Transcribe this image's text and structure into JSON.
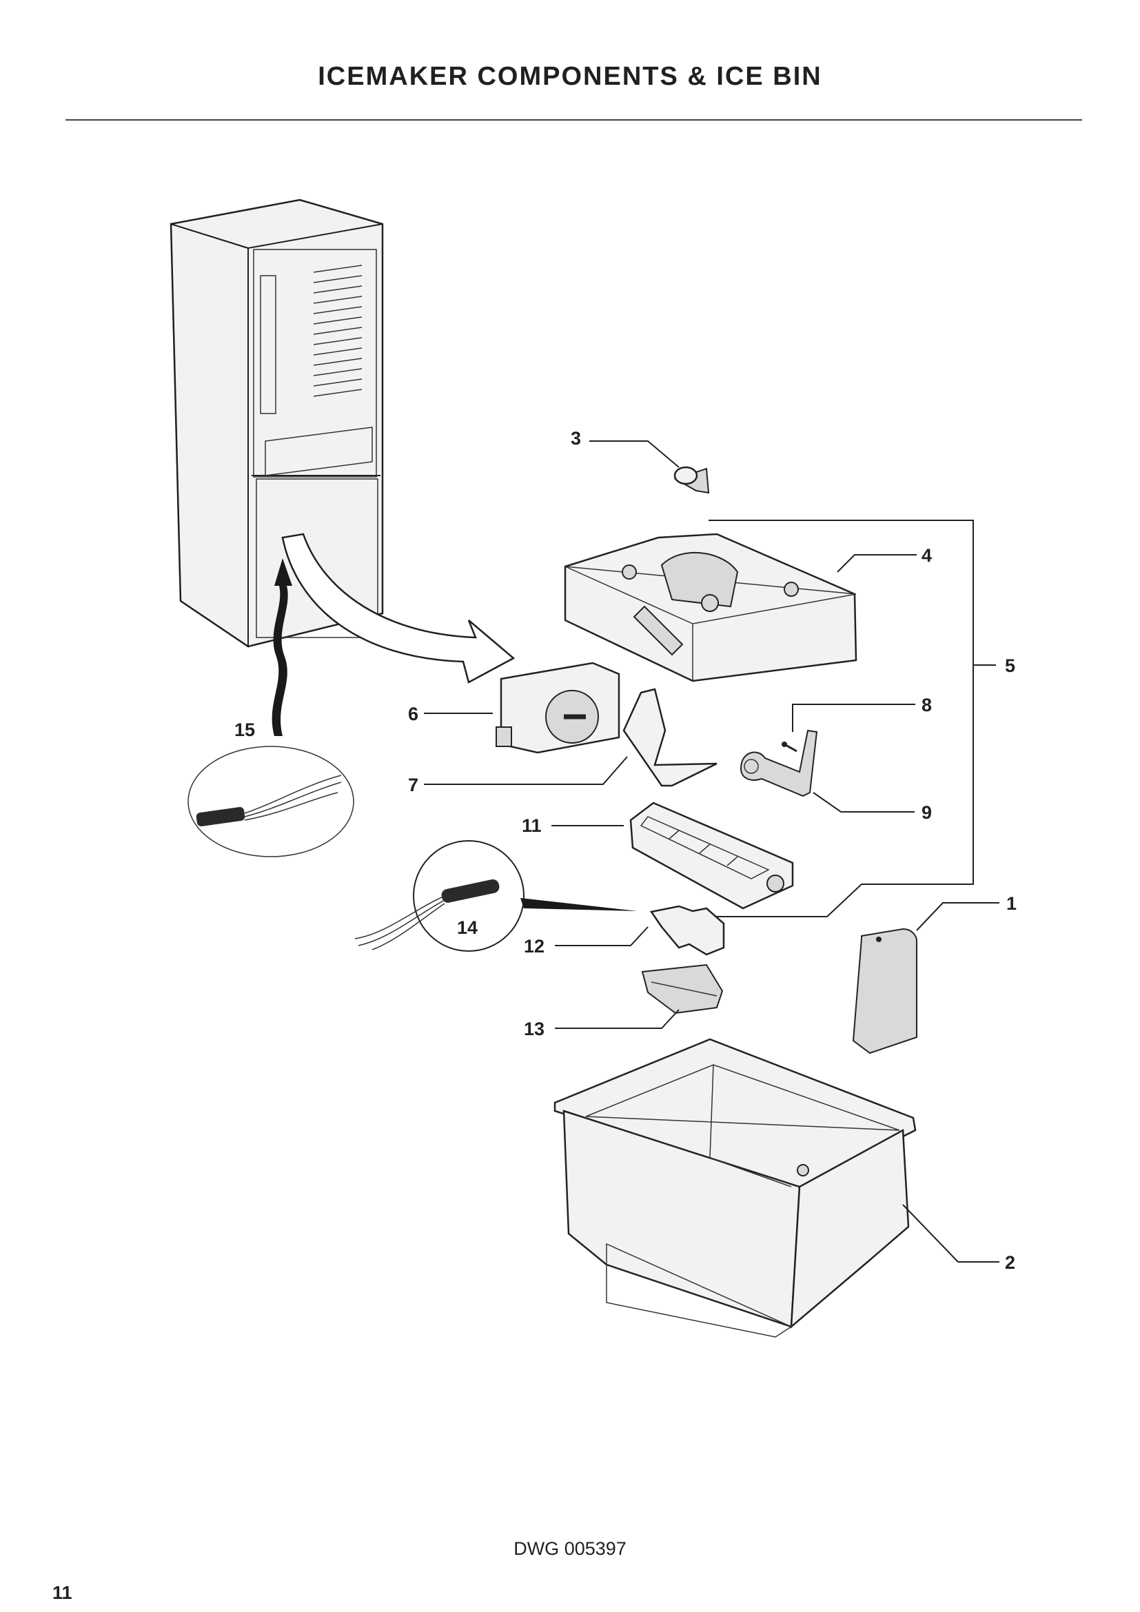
{
  "page": {
    "title": "ICEMAKER COMPONENTS & ICE BIN",
    "drawing_number": "DWG 005397",
    "page_number": "11"
  },
  "callouts": {
    "c1": "1",
    "c2": "2",
    "c3": "3",
    "c4": "4",
    "c5": "5",
    "c6": "6",
    "c7": "7",
    "c8": "8",
    "c9": "9",
    "c11": "11",
    "c12": "12",
    "c13": "13",
    "c14": "14",
    "c15": "15"
  }
}
